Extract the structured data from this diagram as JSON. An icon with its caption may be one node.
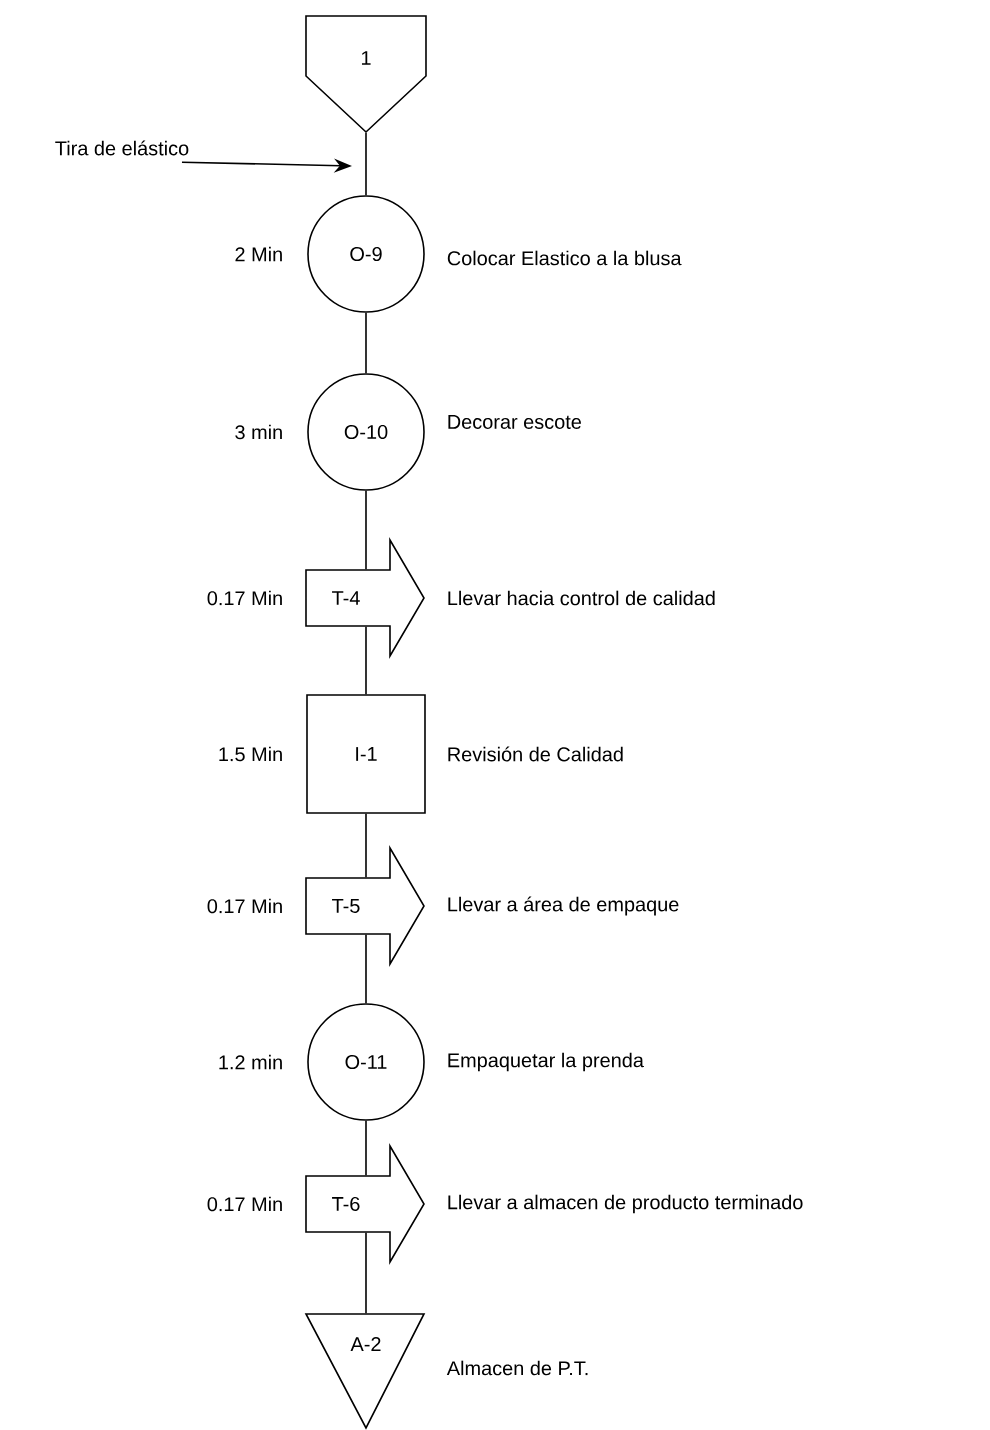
{
  "diagram": {
    "nodes": [
      {
        "text": [
          "1"
        ]
      },
      {
        "text": [
          "Tira de elástico"
        ]
      },
      {
        "text": [
          "O-9"
        ],
        "beside": [
          "2 Min",
          "Colocar Elastico a la blusa"
        ]
      },
      {
        "text": [
          "O-10"
        ],
        "beside": [
          "3 min",
          "Decorar escote"
        ]
      },
      {
        "text": [
          "T-4"
        ],
        "beside": [
          "0.17 Min",
          "Llevar hacia control de calidad"
        ]
      },
      {
        "text": [
          "I-1"
        ],
        "beside": [
          "1.5 Min",
          "Revisión de Calidad"
        ]
      },
      {
        "text": [
          "T-5"
        ],
        "beside": [
          "0.17 Min",
          "Llevar a área de empaque"
        ]
      },
      {
        "text": [
          "O-11"
        ],
        "beside": [
          "1.2 min",
          "Empaquetar la prenda"
        ]
      },
      {
        "text": [
          "T-6"
        ],
        "beside": [
          "0.17 Min",
          "Llevar a almacen de producto terminado"
        ]
      },
      {
        "text": [
          "A-2"
        ],
        "beside": [
          "Almacen de P.T."
        ]
      }
    ],
    "edges": [
      {
        "from": 0,
        "to": 2,
        "arrow": "none"
      },
      {
        "from": 2,
        "to": 3,
        "arrow": "none"
      },
      {
        "from": 3,
        "to": 4,
        "arrow": "none"
      },
      {
        "from": 4,
        "to": 5,
        "arrow": "none"
      },
      {
        "from": 5,
        "to": 6,
        "arrow": "none"
      },
      {
        "from": 6,
        "to": 7,
        "arrow": "none"
      },
      {
        "from": 7,
        "to": 8,
        "arrow": "none"
      },
      {
        "from": 8,
        "to": 9,
        "arrow": "none"
      },
      {
        "from": 1,
        "to": null,
        "arrow": "to"
      }
    ]
  }
}
